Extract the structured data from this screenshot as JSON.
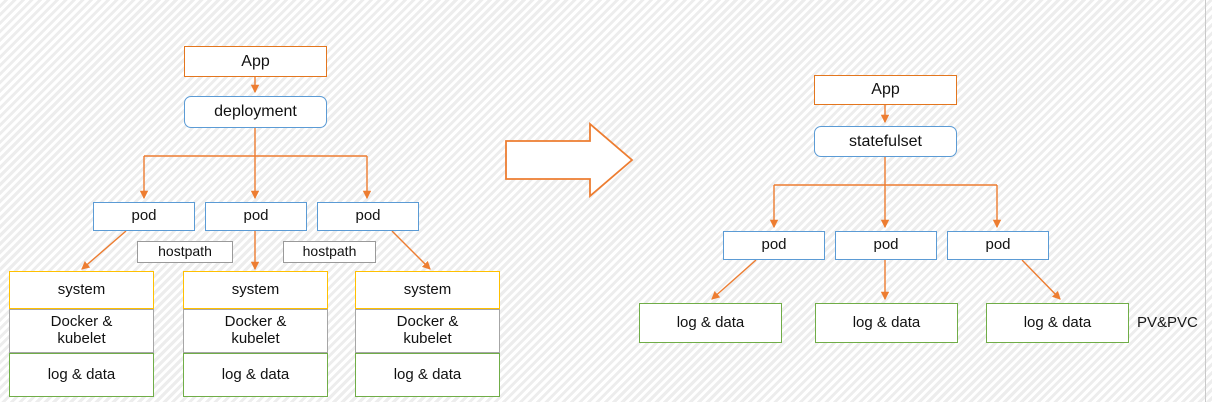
{
  "diagram": {
    "title_text": "",
    "colors": {
      "app_border": "#E3761E",
      "controller_border": "#5B9BD5",
      "pod_border": "#5B9BD5",
      "system_border": "#FFC000",
      "docker_border": "#A6A6A6",
      "log_border": "#70AD47",
      "connector": "#ED7D31",
      "label_border": "#9A9A9A",
      "background": "#FBFBFB"
    },
    "left": {
      "app": "App",
      "controller": "deployment",
      "pods": [
        "pod",
        "pod",
        "pod"
      ],
      "edge_labels": [
        "hostpath",
        "hostpath"
      ],
      "stacks": [
        {
          "system": "system",
          "runtime": "Docker &\nkubelet",
          "storage": "log & data"
        },
        {
          "system": "system",
          "runtime": "Docker &\nkubelet",
          "storage": "log & data"
        },
        {
          "system": "system",
          "runtime": "Docker &\nkubelet",
          "storage": "log & data"
        }
      ]
    },
    "transition": {
      "icon": "right-arrow"
    },
    "right": {
      "app": "App",
      "controller": "statefulset",
      "pods": [
        "pod",
        "pod",
        "pod"
      ],
      "storages": [
        "log & data",
        "log & data",
        "log & data"
      ],
      "annotation": "PV&PVC"
    }
  }
}
